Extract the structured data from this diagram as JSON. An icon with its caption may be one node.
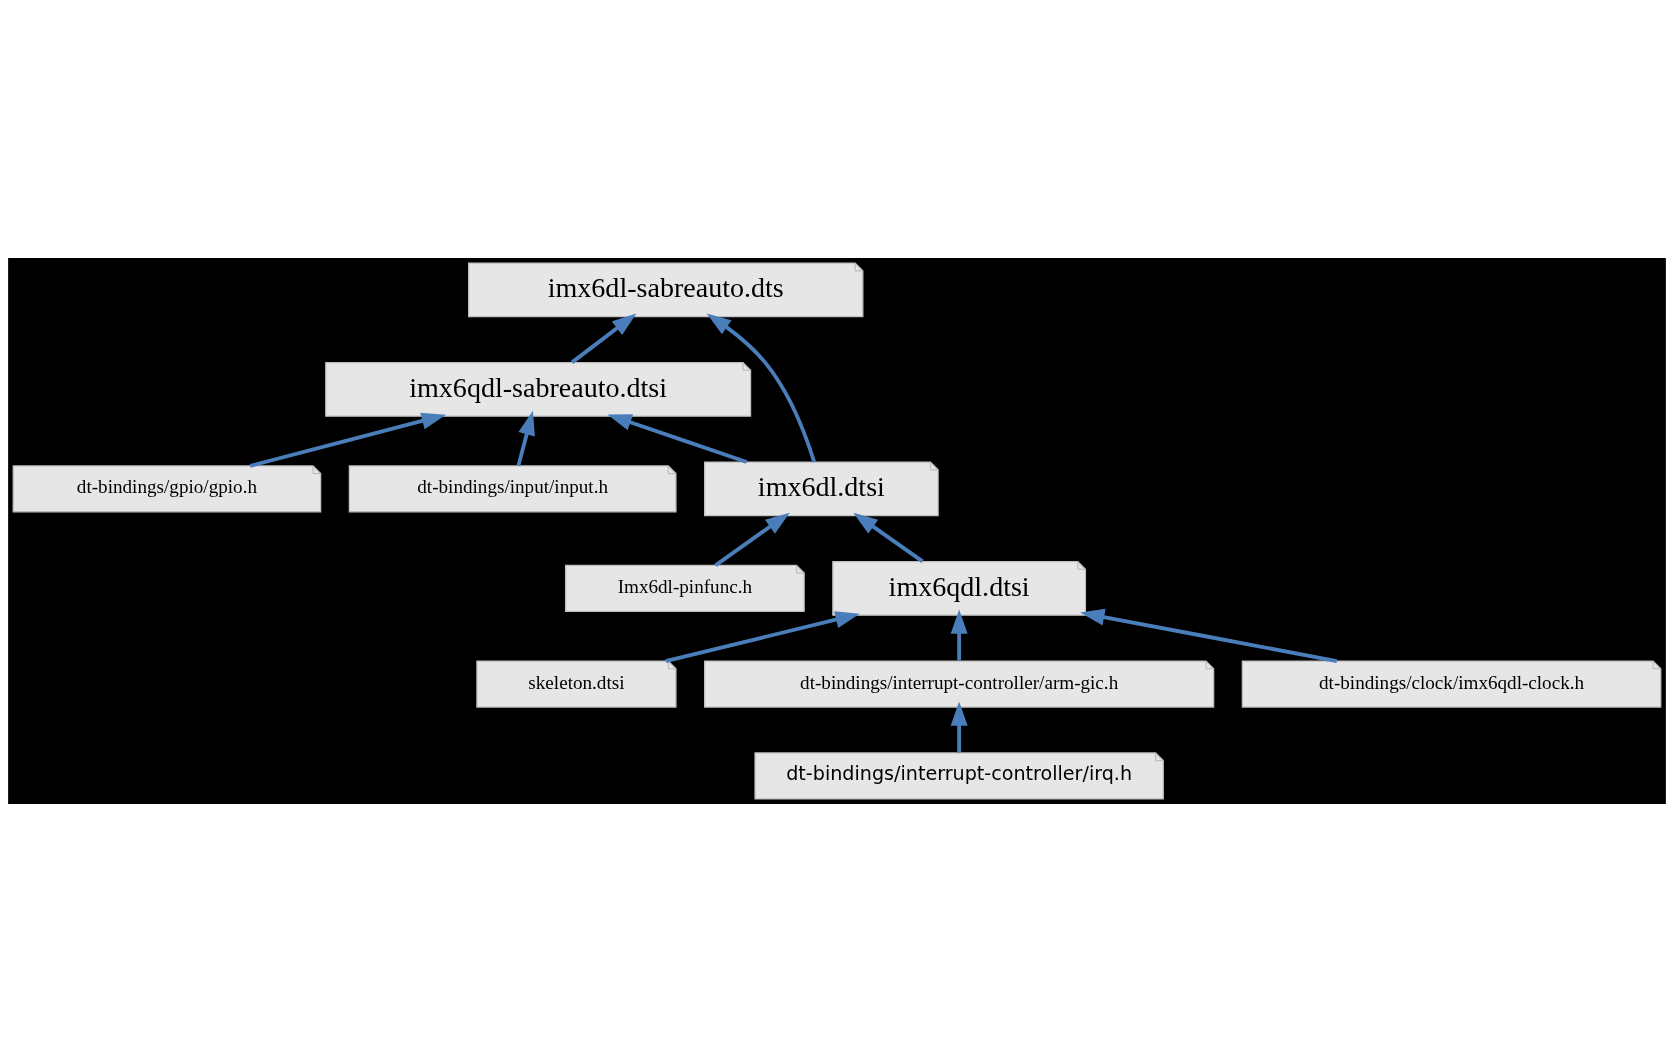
{
  "diagram": {
    "nodes": [
      {
        "text": [
          "imx6dl-sabreauto.dts"
        ]
      },
      {
        "text": [
          "imx6qdl-sabreauto.dtsi"
        ]
      },
      {
        "text": [
          "dt-bindings/gpio/gpio.h"
        ]
      },
      {
        "text": [
          "dt-bindings/input/input.h"
        ]
      },
      {
        "text": [
          "imx6dl.dtsi"
        ]
      },
      {
        "text": [
          "Imx6dl-pinfunc.h"
        ]
      },
      {
        "text": [
          "imx6qdl.dtsi"
        ]
      },
      {
        "text": [
          "skeleton.dtsi"
        ]
      },
      {
        "text": [
          "dt-bindings/interrupt-controller/irq.h"
        ]
      },
      {
        "text": [
          "dt-bindings/interrupt-controller/arm-gic.h"
        ]
      },
      {
        "text": [
          "dt-bindings/clock/imx6qdl-clock.h"
        ]
      }
    ],
    "edges": [
      {
        "from": 1,
        "to": 0,
        "arrow": "to"
      },
      {
        "from": 4,
        "to": 0,
        "arrow": "to"
      },
      {
        "from": 2,
        "to": 1,
        "arrow": "to"
      },
      {
        "from": 3,
        "to": 1,
        "arrow": "to"
      },
      {
        "from": 4,
        "to": 1,
        "arrow": "to"
      },
      {
        "from": 5,
        "to": 4,
        "arrow": "to"
      },
      {
        "from": 6,
        "to": 4,
        "arrow": "to"
      },
      {
        "from": 7,
        "to": 6,
        "arrow": "to"
      },
      {
        "from": 9,
        "to": 6,
        "arrow": "to"
      },
      {
        "from": 10,
        "to": 6,
        "arrow": "to"
      },
      {
        "from": 8,
        "to": 9,
        "arrow": "to"
      }
    ]
  }
}
